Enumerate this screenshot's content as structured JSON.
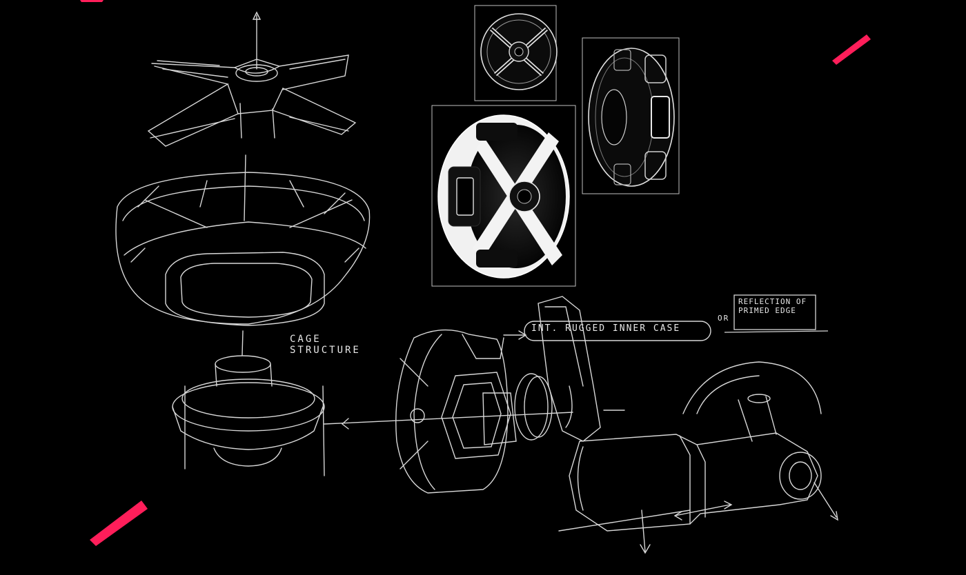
{
  "accent_color": "#ff1e5a",
  "line_color": "#e8e8e8",
  "background_color": "#000000",
  "annotations": {
    "cage_structure": "CAGE\nSTRUCTURE",
    "rugged_case": "INT. RUGGED INNER CASE",
    "or": "OR",
    "reflection": "REFLECTION OF\nPRIMED EDGE"
  }
}
